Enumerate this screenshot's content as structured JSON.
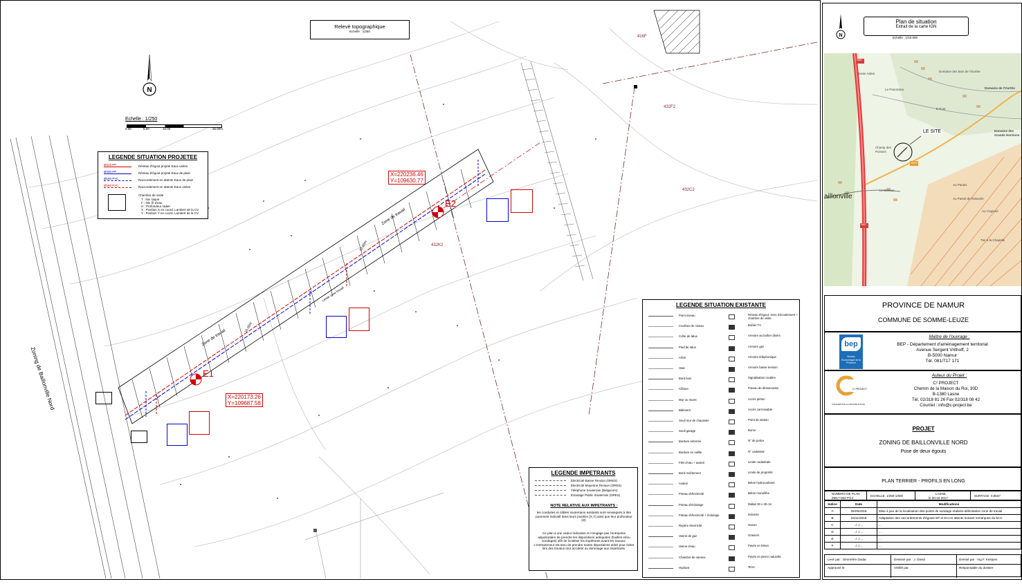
{
  "main_title": {
    "title": "Relevé topographique",
    "scale": "Echelle : 1/250"
  },
  "scale_bar": {
    "label": "Echelle : 1/250",
    "ticks": [
      "0.00",
      "5.00",
      "10.00",
      "25.00m"
    ]
  },
  "parcels": [
    "416F",
    "432F2",
    "432C2",
    "432K2"
  ],
  "zones": {
    "label_main": "Zoning de Baillonville Nord",
    "label_trench1": "Zone de travail",
    "label_trench2": "Zone de travail",
    "label_width1": "10.00m",
    "label_width2": "10.00m",
    "label_sewer": "Limite zone travail"
  },
  "chambers": {
    "e1": {
      "label": "E1",
      "x": "X=220173.26",
      "y": "Y=109687.58"
    },
    "e2": {
      "label": "E2",
      "x": "X=220236.46",
      "y": "Y=109630.77"
    }
  },
  "legend_projected": {
    "title": "LEGENDE SITUATION PROJETEE",
    "rows": [
      {
        "code": "Ø315 PP",
        "text": "Réseau d'égout projeté Eaux usées",
        "color": "#d10000"
      },
      {
        "code": "Ø400 PP",
        "text": "Réseau d'égout projeté Eaux de pluie",
        "color": "#0000d0"
      },
      {
        "code": "Ø160 PVC",
        "text": "Raccordement en attente Eaux de pluie",
        "color": "#0000d0"
      },
      {
        "code": "Ø160 PVC",
        "text": "Raccordement en attente Eaux usées",
        "color": "#d10000"
      }
    ],
    "chamber_title": "Chambre de visite",
    "chamber_lines": [
      "T : Niv. taque",
      "F : Niv. fil d'eau",
      "H : Profondeur radier",
      "X : Position X en coord. Lambert de la CV",
      "Y : Position Y en coord. Lambert de la CV"
    ]
  },
  "legend_existing": {
    "title": "LEGENDE SITUATION EXISTANTE",
    "left": [
      "Point niveau",
      "Courbes de niveau",
      "Crête de talus",
      "Pied de talus",
      "Arbre",
      "Haie",
      "Bord bois",
      "Clôture",
      "Mur ou muret",
      "Bâtiment",
      "Seuil mur de chaussée",
      "Seuil garage",
      "Bordure enterrée",
      "Bordure en saillie",
      "Filet d'eau + avaloir",
      "Bord revêtement",
      "Avaloir",
      "Poteau d'électricité",
      "Poteau d'éclairage",
      "Poteau d'électricité + éclairage",
      "Repère électricité",
      "Vanne de gaz",
      "Vanne d'eau",
      "Chambre de vannes",
      "Hydrant"
    ],
    "right": [
      "Réseau d'égout, sens d'écoulement + chambre de visite",
      "Boîtier TV",
      "Armoire au boîtier divers",
      "Armoire gaz",
      "Armoire téléphonique",
      "Armoire basse tension",
      "Signalisation routière",
      "Poteau de démarcation",
      "Accès piéton",
      "Accès carrossable",
      "Point de station",
      "Borne",
      "N° de police",
      "N° cadastral",
      "Limite cadastrale",
      "Limite de propriété",
      "Béton hydrocarboné",
      "Béton monolithe",
      "Dallas 30 x 30 cm",
      "Dolomie",
      "Gazon",
      "Graviers",
      "Pavés en béton",
      "Pavés en pierre naturelle",
      "Terre"
    ]
  },
  "legend_impetrants": {
    "title": "LEGENDE IMPETRANTS",
    "rows": [
      "Électricité Basse Tension (ORES)",
      "Électricité Moyenne Tension (ORES)",
      "Téléphone Souterrain (Belgacom)",
      "Éclairage Public Souterrain (ORES)"
    ],
    "note_title": "NOTE RELATIVE AUX IMPETRANTS :",
    "note1": "les conduites et câbles souterrains existants sont renseignés à titre purement indicatif dans leurs position (X,Y) ainsi que leur profondeur (Z).",
    "note2": "Ce plan a une valeur indicative et n'engage pas l'entreprise adjudicataire de prendre les dispositions adéquates (fouilles et/ou sondages) afin de localiser les impétrants avant les travaux. L'entrepreneur est tenu de prendre toutes dispositions utiles pour éviter lors des travaux tout accident ou dommage aux impétrants."
  },
  "plan_situation": {
    "title": "Plan de situation",
    "subtitle": "Extrait de la carte IGN",
    "scale": "Echelle : 1/10.000",
    "site_label": "LE SITE",
    "map_labels": [
      "Bosse Adam",
      "Domaine des Bois de l'Ourthe",
      "Domaine de l'Ourthe",
      "Le Panorama",
      "E Pont",
      "Domaine des Grands Horizons",
      "Champ des Poisses",
      "Le Baneux",
      "Au Panais",
      "aillonville",
      "Au Passé de Robozée",
      "Au Cognoul",
      "Tier à la Chapelle"
    ],
    "roads": [
      "N63",
      "N929",
      "N63"
    ]
  },
  "title_block": {
    "province": "PROVINCE DE NAMUR",
    "commune": "COMMUNE DE SOMME-LEUZE",
    "client_title": "Maître de l'ouvrage :",
    "client_lines": [
      "BEP - Département d'aménagement territorial",
      "Avenue Sergent Vrithoff, 2",
      "B-5000 Namur",
      "Tél. 081/717 171"
    ],
    "client_logo": "bep",
    "client_logo_sub": "Bureau Économique de la Province",
    "author_title": "Auteur du Projet :",
    "author_lines": [
      "C² PROJECT",
      "Chemin de la Maison du Roi, 30D",
      "B-1380 Lasne",
      "Tél. 02/318 81 26     Fax 02/318 08 42",
      "Courriel : info@c-project.be"
    ],
    "author_logo": "C² PROJECT",
    "author_logo_sub": "CONCEPTION & CONSTRUCTION",
    "project_title": "PROJET",
    "project_name": "ZONING DE BAILLONVILLE NORD",
    "project_sub": "Pose de deux égouts",
    "plan_name": "PLAN TERRIER - PROFILS EN LONG",
    "num_label": "NUMERO DE PLAN",
    "num_value": "ZM17-062-P/14",
    "echelle": "ECHELLE: 1/250-1/500",
    "lieu": "LASNE,",
    "date": "le 20-10-2017",
    "surface_label": "SURFACE:",
    "surface_value": "0,85m²",
    "rev_header": [
      "Indice",
      "Date",
      "Modifications"
    ],
    "revisions": [
      [
        "A",
        "26/09/2018",
        "Mise à jour de la localisation des points de sondage réalisés-délimitation zone de travail"
      ],
      [
        "B",
        "15/11/2018",
        "Adaptation des raccordements d'égouts EP et EU en attente suivant remarques du M.O."
      ],
      [
        "C",
        "../../....",
        "..."
      ],
      [
        "D",
        "../../....",
        "..."
      ],
      [
        "E",
        "../../....",
        "..."
      ],
      [
        "F",
        "../../....",
        "..."
      ]
    ],
    "leve_par": "Levé par : Géomètre Dodar",
    "dessine_par": "Dessiné par : J. David",
    "dresse_par": "Dressé par : Ing F. Kestyen",
    "approuve": "Approuvé le",
    "verifie": "Vérifié par",
    "responsable": "Responsable du dossier"
  },
  "colors": {
    "red": "#d10000",
    "blue": "#0000d0",
    "grey": "#9a9a9a",
    "map_green": "#dfeed5",
    "map_orange": "#f2c28a"
  },
  "icons": [
    "north-arrow-icon"
  ]
}
